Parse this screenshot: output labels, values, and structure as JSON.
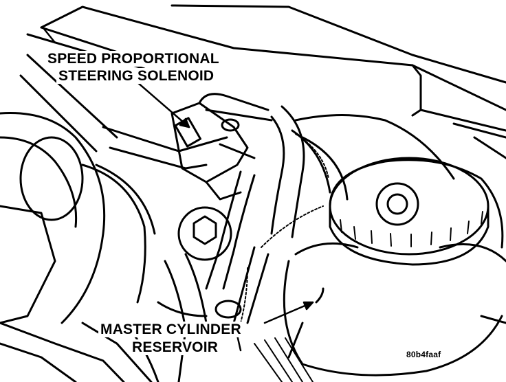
{
  "labels": {
    "solenoid_line1": "SPEED PROPORTIONAL",
    "solenoid_line2": "STEERING SOLENOID",
    "reservoir_line1": "MASTER CYLINDER",
    "reservoir_line2": "RESERVOIR",
    "figure_code": "80b4faaf"
  },
  "colors": {
    "ink": "#000000",
    "paper": "#ffffff"
  }
}
